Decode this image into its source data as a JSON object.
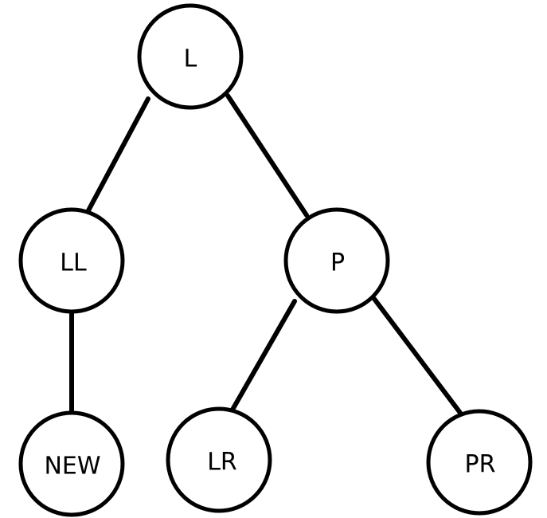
{
  "tree": {
    "nodes": [
      {
        "id": "L",
        "label": "L"
      },
      {
        "id": "LL",
        "label": "LL"
      },
      {
        "id": "P",
        "label": "P"
      },
      {
        "id": "NEW",
        "label": "NEW"
      },
      {
        "id": "LR",
        "label": "LR"
      },
      {
        "id": "PR",
        "label": "PR"
      }
    ],
    "edges": [
      {
        "from": "L",
        "to": "LL"
      },
      {
        "from": "L",
        "to": "P"
      },
      {
        "from": "LL",
        "to": "NEW"
      },
      {
        "from": "P",
        "to": "LR"
      },
      {
        "from": "P",
        "to": "PR"
      }
    ]
  }
}
